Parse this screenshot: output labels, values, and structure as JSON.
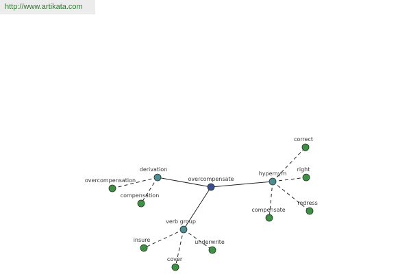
{
  "source_link": "http://www.artikata.com",
  "colors": {
    "center": "#3b4c93",
    "relation": "#4f8c95",
    "leaf": "#3f8f44",
    "node_stroke": "#1f3a1f"
  },
  "nodes": [
    {
      "id": "overcompensate",
      "label": "overcompensate",
      "kind": "center"
    },
    {
      "id": "derivation",
      "label": "derivation",
      "kind": "relation"
    },
    {
      "id": "hypernym",
      "label": "hypernym",
      "kind": "relation"
    },
    {
      "id": "verb-group",
      "label": "verb group",
      "kind": "relation"
    },
    {
      "id": "overcompensation",
      "label": "overcompensation",
      "kind": "leaf"
    },
    {
      "id": "compensation",
      "label": "compensation",
      "kind": "leaf"
    },
    {
      "id": "correct",
      "label": "correct",
      "kind": "leaf"
    },
    {
      "id": "right",
      "label": "right",
      "kind": "leaf"
    },
    {
      "id": "redress",
      "label": "redress",
      "kind": "leaf"
    },
    {
      "id": "compensate",
      "label": "compensate",
      "kind": "leaf"
    },
    {
      "id": "insure",
      "label": "insure",
      "kind": "leaf"
    },
    {
      "id": "underwrite",
      "label": "underwrite",
      "kind": "leaf"
    },
    {
      "id": "cover",
      "label": "cover",
      "kind": "leaf"
    }
  ],
  "edges": [
    {
      "from": "overcompensate",
      "to": "derivation",
      "style": "solid"
    },
    {
      "from": "overcompensate",
      "to": "hypernym",
      "style": "solid"
    },
    {
      "from": "overcompensate",
      "to": "verb-group",
      "style": "solid"
    },
    {
      "from": "derivation",
      "to": "overcompensation",
      "style": "dashed"
    },
    {
      "from": "derivation",
      "to": "compensation",
      "style": "dashed"
    },
    {
      "from": "hypernym",
      "to": "correct",
      "style": "dashed"
    },
    {
      "from": "hypernym",
      "to": "right",
      "style": "dashed"
    },
    {
      "from": "hypernym",
      "to": "redress",
      "style": "dashed"
    },
    {
      "from": "hypernym",
      "to": "compensate",
      "style": "dashed"
    },
    {
      "from": "verb-group",
      "to": "insure",
      "style": "dashed"
    },
    {
      "from": "verb-group",
      "to": "underwrite",
      "style": "dashed"
    },
    {
      "from": "verb-group",
      "to": "cover",
      "style": "dashed"
    }
  ]
}
